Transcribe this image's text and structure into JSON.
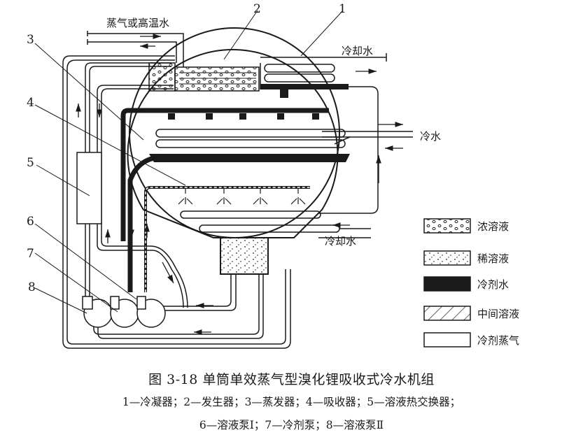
{
  "figure": {
    "title": "图 3-18   单筒单效蒸气型溴化锂吸收式冷水机组",
    "legend_line1": "1—冷凝器；2—发生器；3—蒸发器；4—吸收器；5—溶液热交换器；",
    "legend_line2": "6—溶液泵Ⅰ；7—冷剂泵；8—溶液泵Ⅱ"
  },
  "components": [
    {
      "number": "1",
      "name": "冷凝器"
    },
    {
      "number": "2",
      "name": "发生器"
    },
    {
      "number": "3",
      "name": "蒸发器"
    },
    {
      "number": "4",
      "name": "吸收器"
    },
    {
      "number": "5",
      "name": "溶液热交换器"
    },
    {
      "number": "6",
      "name": "溶液泵Ⅰ"
    },
    {
      "number": "7",
      "name": "冷剂泵"
    },
    {
      "number": "8",
      "name": "溶液泵Ⅱ"
    }
  ],
  "flow_labels": {
    "steam": "蒸气或高温水",
    "cooling_water_top": "冷却水",
    "chilled_water": "冷水",
    "cooling_water_bottom": "冷却水"
  },
  "legend": [
    {
      "key": "concentrated",
      "label": "浓溶液",
      "pattern": "circles"
    },
    {
      "key": "dilute",
      "label": "稀溶液",
      "pattern": "dots"
    },
    {
      "key": "refrigerant_water",
      "label": "冷剂水",
      "pattern": "solid-black"
    },
    {
      "key": "intermediate",
      "label": "中间溶液",
      "pattern": "hatch"
    },
    {
      "key": "refrigerant_vapor",
      "label": "冷剂蒸气",
      "pattern": "empty"
    }
  ],
  "colors": {
    "ink": "#1a1a1a",
    "paper": "#ffffff"
  }
}
